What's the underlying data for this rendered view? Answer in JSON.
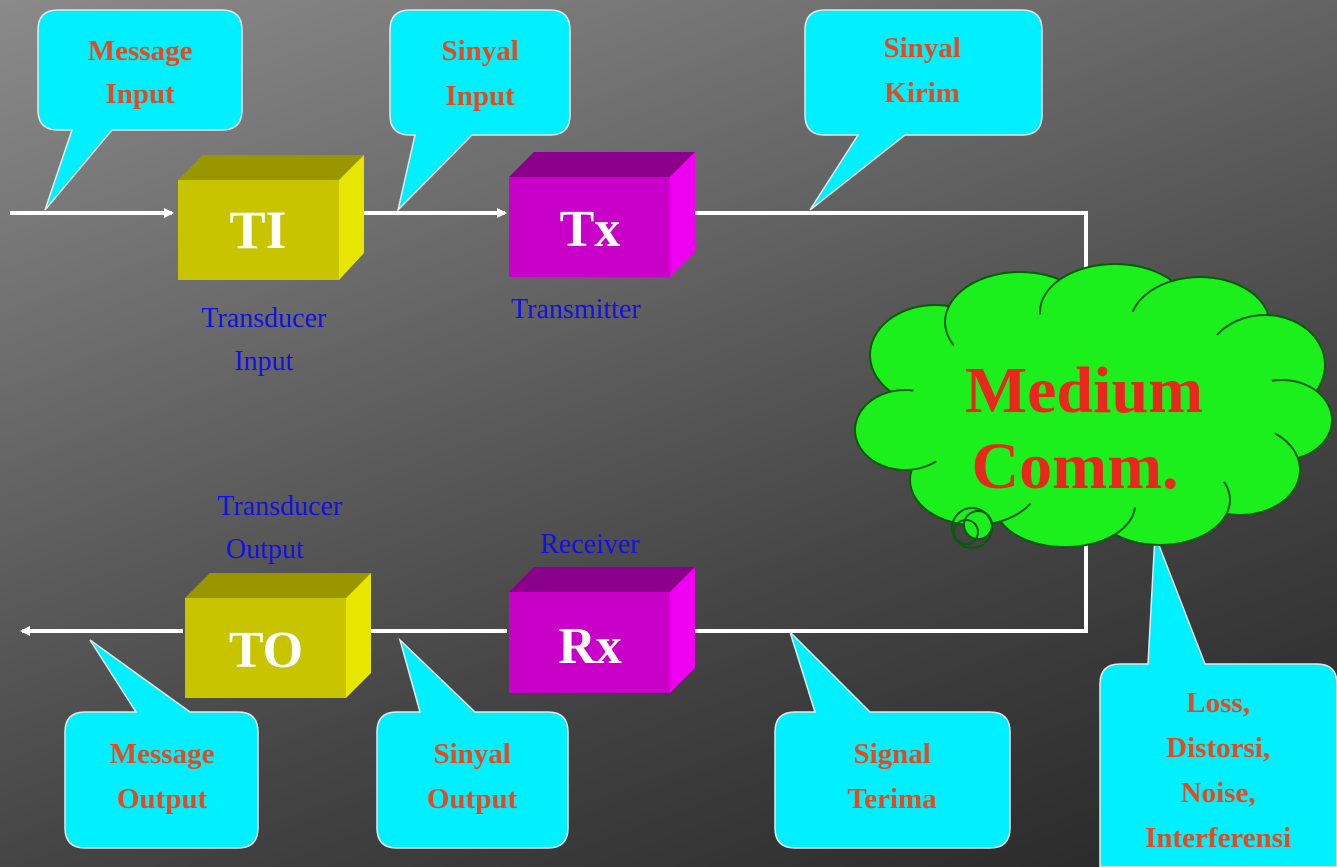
{
  "colors": {
    "callout_fill": "#00f0ff",
    "callout_text": "#e8481c",
    "caption_text": "#1010e8",
    "transducer_fill": "#c8c400",
    "transceiver_fill": "#c800c8",
    "medium_fill": "#1cf01c",
    "medium_text": "#e8281c",
    "arrow": "#ffffff"
  },
  "blocks": {
    "ti": {
      "label": "TI",
      "caption": [
        "Transducer",
        "Input"
      ]
    },
    "tx": {
      "label": "Tx",
      "caption": [
        "Transmitter"
      ]
    },
    "rx": {
      "label": "Rx",
      "caption": [
        "Receiver"
      ]
    },
    "to": {
      "label": "TO",
      "caption": [
        "Transducer",
        "Output"
      ]
    }
  },
  "medium": {
    "lines": [
      "Medium",
      "Comm."
    ]
  },
  "callouts": {
    "message_input": [
      "Message",
      "Input"
    ],
    "sinyal_input": [
      "Sinyal",
      "Input"
    ],
    "sinyal_kirim": [
      "Sinyal",
      "Kirim"
    ],
    "message_output": [
      "Message",
      "Output"
    ],
    "sinyal_output": [
      "Sinyal",
      "Output"
    ],
    "signal_terima": [
      "Signal",
      "Terima"
    ],
    "impairments": [
      "Loss,",
      "Distorsi,",
      "Noise,",
      "Interferensi"
    ]
  }
}
